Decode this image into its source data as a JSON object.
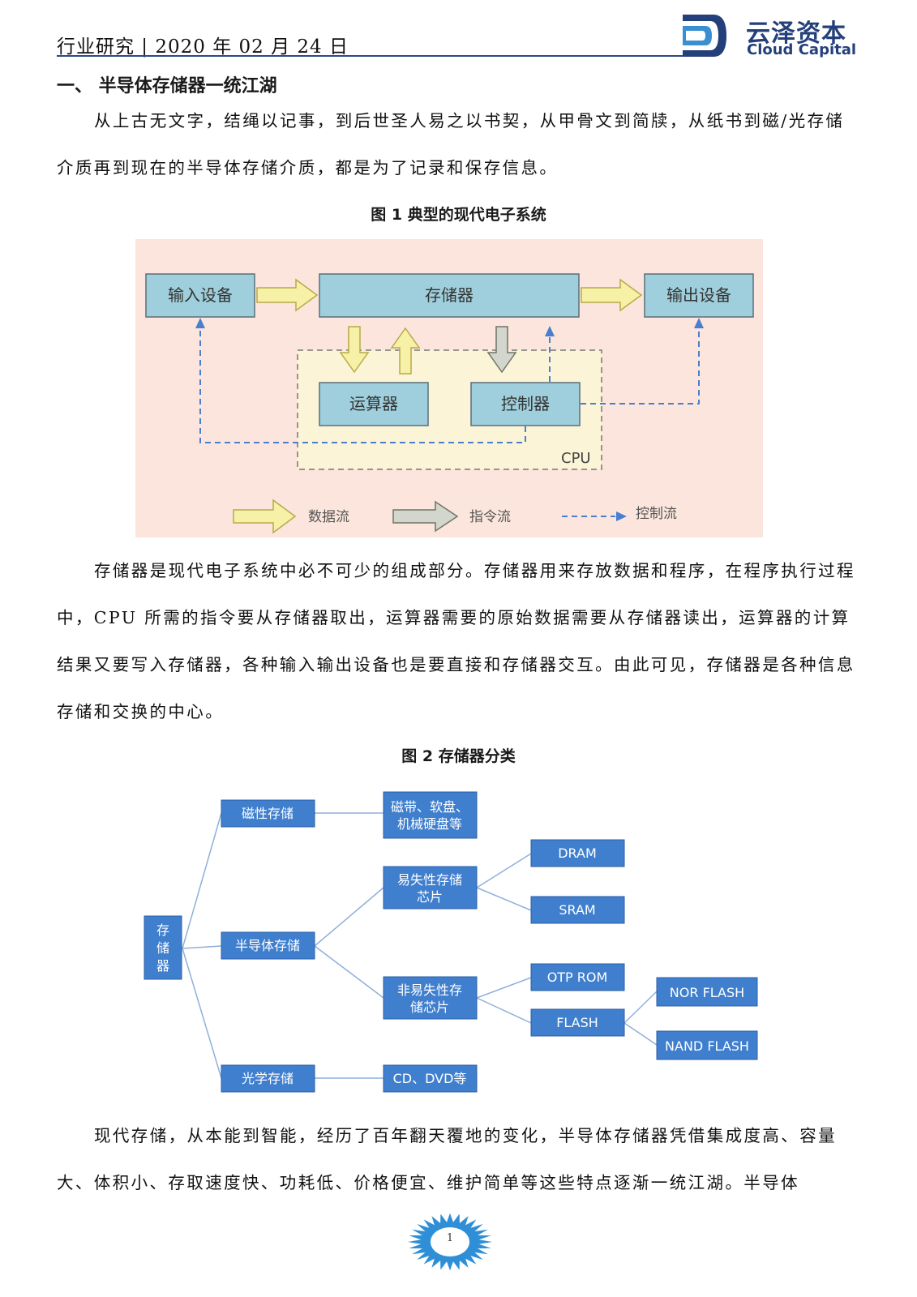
{
  "header": {
    "text": "行业研究 | 2020 年 02 月 24 日",
    "logo_cn": "云泽资本",
    "logo_en": "Cloud Capital"
  },
  "section_title": "一、 半导体存储器一统江湖",
  "paragraphs": {
    "p1": "从上古无文字，结绳以记事，到后世圣人易之以书契，从甲骨文到简牍，从纸书到磁/光存储介质再到现在的半导体存储介质，都是为了记录和保存信息。",
    "p2": "存储器是现代电子系统中必不可少的组成部分。存储器用来存放数据和程序，在程序执行过程中，CPU 所需的指令要从存储器取出，运算器需要的原始数据需要从存储器读出，运算器的计算结果又要写入存储器，各种输入输出设备也是要直接和存储器交互。由此可见，存储器是各种信息存储和交换的中心。",
    "p3": "现代存储，从本能到智能，经历了百年翻天覆地的变化，半导体存储器凭借集成度高、容量大、体积小、存取速度快、功耗低、价格便宜、维护简单等这些特点逐渐一统江湖。半导体"
  },
  "figure1": {
    "caption": "图 1 典型的现代电子系统",
    "input_device": "输入设备",
    "memory": "存储器",
    "output_device": "输出设备",
    "alu": "运算器",
    "controller": "控制器",
    "cpu": "CPU",
    "legend_data": "数据流",
    "legend_instruction": "指令流",
    "legend_control": "控制流",
    "colors": {
      "background": "#fbe5dc",
      "box_fill": "#9fcfdc",
      "data_arrow": "#f6f1a6",
      "instruction_arrow": "#d2d6cc",
      "control_line": "#4a7fd0",
      "cpu_fill": "#fbf4d6"
    }
  },
  "figure2": {
    "caption": "图 2 存储器分类",
    "root": "存储器",
    "magnetic": "磁性存储",
    "magnetic_media_line1": "磁带、软盘、",
    "magnetic_media_line2": "机械硬盘等",
    "semiconductor": "半导体存储",
    "volatile_line1": "易失性存储",
    "volatile_line2": "芯片",
    "dram": "DRAM",
    "sram": "SRAM",
    "nonvolatile_line1": "非易失性存",
    "nonvolatile_line2": "储芯片",
    "otp_rom": "OTP ROM",
    "flash": "FLASH",
    "nor_flash": "NOR FLASH",
    "nand_flash": "NAND FLASH",
    "optical": "光学存储",
    "optical_media": "CD、DVD等",
    "colors": {
      "box_fill": "#3f7fce",
      "box_stroke": "#2c5fa6",
      "line": "#8fb0da"
    }
  },
  "page_number": "1"
}
